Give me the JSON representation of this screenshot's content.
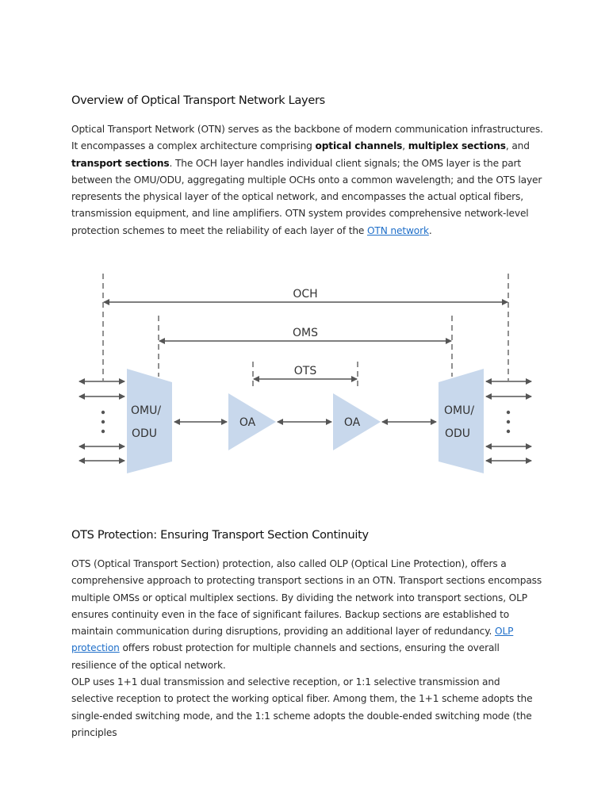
{
  "section1": {
    "heading": "Overview of Optical Transport Network Layers",
    "p_intro": "Optical Transport Network (OTN) serves as the backbone of modern communication infrastructures. It encompasses a complex architecture comprising ",
    "bold1": "optical channels",
    "sep1": ", ",
    "bold2": "multiplex sections",
    "sep2": ", and ",
    "bold3": "transport sections",
    "p_rest": ". The OCH layer handles individual client signals; the OMS layer is the part between the OMU/ODU, aggregating multiple OCHs onto a common wavelength; and the OTS layer represents the physical layer of the optical network, and encompasses the actual optical fibers, transmission equipment, and line amplifiers. OTN system provides comprehensive network-level protection schemes to meet the reliability of each layer of the ",
    "link": "OTN network",
    "p_end": "."
  },
  "diagram": {
    "och": "OCH",
    "oms": "OMS",
    "ots": "OTS",
    "omu_left_1": "OMU/",
    "omu_left_2": "ODU",
    "oa1": "OA",
    "oa2": "OA",
    "omu_right_1": "OMU/",
    "omu_right_2": "ODU",
    "colors": {
      "shape": "#c8d8ec",
      "line": "#555555",
      "text": "#333333"
    }
  },
  "section2": {
    "heading": "OTS Protection: Ensuring Transport Section Continuity",
    "p1_start": "OTS (Optical Transport Section) protection, also called OLP (Optical Line Protection), offers a comprehensive approach to protecting transport sections in an OTN. Transport sections encompass multiple OMSs or optical multiplex sections. By dividing the network into transport sections, OLP ensures continuity even in the face of significant failures. Backup sections are established to maintain communication during disruptions, providing an additional layer of redundancy. ",
    "link": "OLP protection",
    "p1_end": " offers robust protection for multiple channels and sections, ensuring the overall resilience of the optical network.",
    "p2": "OLP uses 1+1 dual transmission and selective reception, or 1:1 selective transmission and selective reception to protect the working optical fiber. Among them, the 1+1 scheme adopts the single-ended switching mode, and the 1:1 scheme adopts the double-ended switching mode (the principles"
  }
}
